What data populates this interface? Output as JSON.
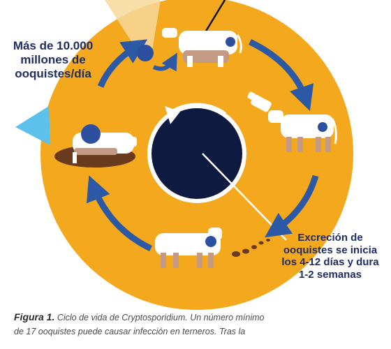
{
  "labels": {
    "oocysts_count": [
      "Más de 10.000",
      "millones de",
      "ooquistes/día"
    ],
    "excretion": [
      "Excreción de",
      "ooquistes se inicia",
      "los 4-12 días y dura",
      "1-2 semanas"
    ]
  },
  "caption": {
    "figure_label": "Figura 1.",
    "line1": "Ciclo de vida de Cryptosporidium. Un número mínimo",
    "line2": "de 17 ooquistes puede causar infección en terneros. Tras la"
  },
  "colors": {
    "ring": "#f3a81d",
    "center": "#0f1a40",
    "arrow": "#2c59a6",
    "text": "#1f2d63",
    "calf_body": "#ffffff",
    "calf_patch": "#2c4fa0",
    "calf_legs": "#c39a86",
    "mud": "#6a3a1f",
    "light_blue": "#5cc2ec"
  },
  "icons": [
    "calf-standing-icon",
    "calf-drinking-icon",
    "calf-excreting-icon",
    "calf-lying-icon",
    "oocyst-ball-icon",
    "milk-bottle-icon",
    "feces-droplets-icon"
  ]
}
